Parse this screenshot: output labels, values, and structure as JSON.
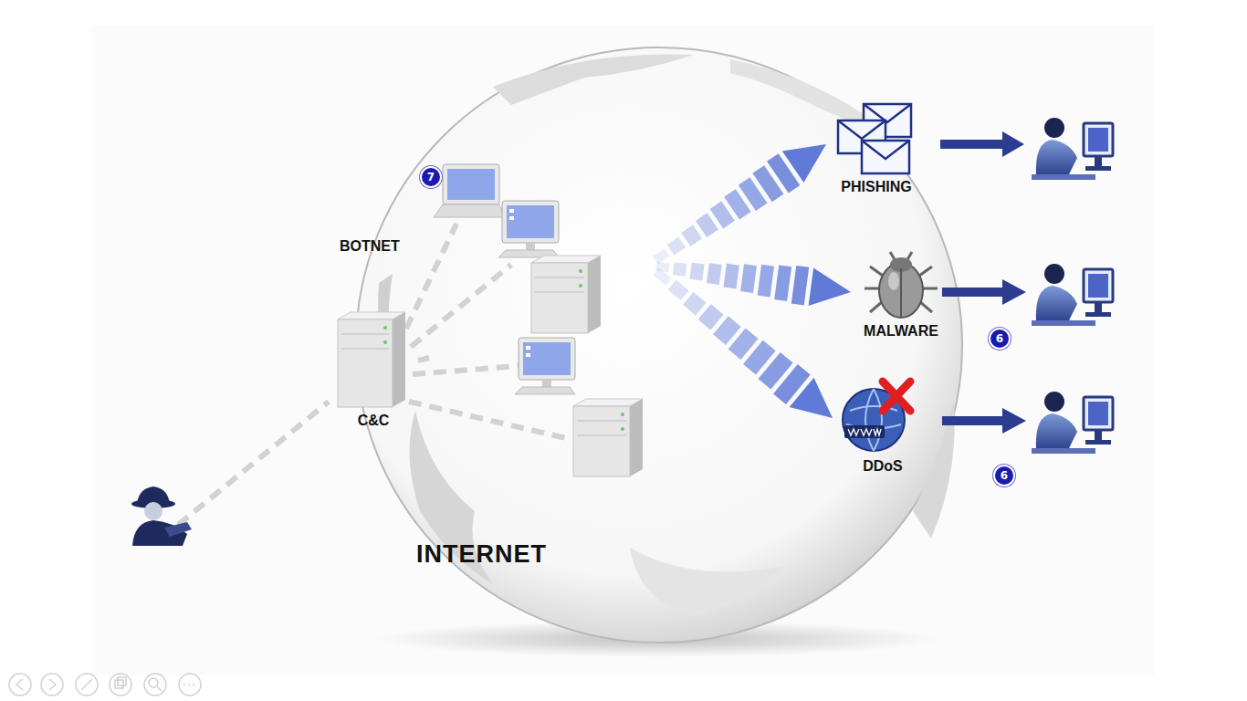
{
  "diagram": {
    "nodes": [
      {
        "text": [
          "C&C"
        ]
      },
      {
        "text": [
          "BOTNET"
        ]
      },
      {
        "text": [
          "PHISHING"
        ]
      },
      {
        "text": [
          "MALWARE"
        ]
      },
      {
        "text": [
          "DDoS"
        ]
      }
    ],
    "edges": [
      {
        "from": 0,
        "to": 1,
        "arrow": "none"
      },
      {
        "from": 1,
        "to": 2,
        "arrow": "to"
      },
      {
        "from": 1,
        "to": 3,
        "arrow": "to"
      },
      {
        "from": 1,
        "to": 4,
        "arrow": "to"
      }
    ],
    "labels": [
      "7",
      "6",
      "6",
      "INTERNET"
    ]
  }
}
